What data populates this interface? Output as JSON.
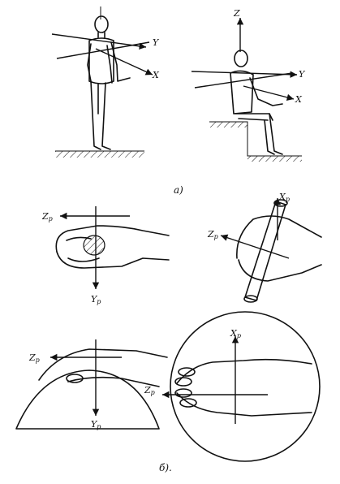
{
  "panel_a": {
    "caption": "а)",
    "standing": {
      "axis_y": "Y",
      "axis_x": "X"
    },
    "seated": {
      "axis_z": "Z",
      "axis_y": "Y",
      "axis_x": "X"
    }
  },
  "panel_b": {
    "caption": "б).",
    "grip_fist": {
      "axis_z": "Z",
      "axis_z_sub": "p",
      "axis_y": "Y",
      "axis_y_sub": "p"
    },
    "grip_cylinder": {
      "axis_x": "X",
      "axis_x_sub": "p",
      "axis_z": "Z",
      "axis_z_sub": "p"
    },
    "palm_dome": {
      "axis_z": "Z",
      "axis_z_sub": "p",
      "axis_y": "Y",
      "axis_y_sub": "p"
    },
    "palm_circle": {
      "axis_x": "X",
      "axis_x_sub": "p",
      "axis_z": "Z",
      "axis_z_sub": "p"
    }
  }
}
